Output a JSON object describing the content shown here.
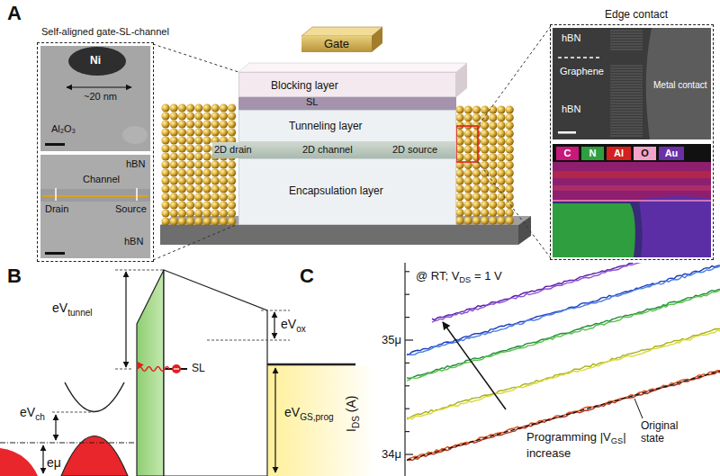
{
  "diagram": {
    "nodes": [
      {
        "text": [
          "Self-aligned gate-SL-channel"
        ]
      },
      {
        "text": [
          "Ni",
          "~20 nm",
          "Al₂O₃"
        ],
        "in": 0
      },
      {
        "text": [
          "hBN",
          "Channel",
          "Drain",
          "Source",
          "hBN"
        ],
        "in": 0
      },
      {
        "text": [
          "Gate"
        ]
      },
      {
        "text": [
          "Blocking layer"
        ]
      },
      {
        "text": [
          "SL"
        ]
      },
      {
        "text": [
          "Tunneling layer"
        ]
      },
      {
        "text": [
          "2D drain",
          "2D channel",
          "2D source"
        ]
      },
      {
        "text": [
          "Encapsulation layer"
        ]
      },
      {
        "text": [
          "Edge contact"
        ]
      },
      {
        "text": [
          "hBN",
          "Graphene",
          "Metal contact",
          "hBN"
        ],
        "in": 9
      }
    ],
    "labels": [
      "A",
      "B",
      "eV",
      "tunnel",
      "SL",
      "eV",
      "ox",
      "eV",
      "GS,prog",
      "eV",
      "ch",
      "eμ",
      "C",
      "@ RT; V",
      "DS",
      "= 1 V",
      "35μ",
      "34μ",
      "I",
      "DS",
      "(A)",
      "Programming |V",
      "GS",
      "|",
      "increase",
      "Original state"
    ],
    "legend": [
      {
        "text": "C",
        "color": "#c8187a"
      },
      {
        "text": "N",
        "color": "#2f9e3e"
      },
      {
        "text": "Al",
        "color": "#d42020"
      },
      {
        "text": "O",
        "color": "#f4a3c8"
      },
      {
        "text": "Au",
        "color": "#6b2fa8"
      }
    ]
  }
}
